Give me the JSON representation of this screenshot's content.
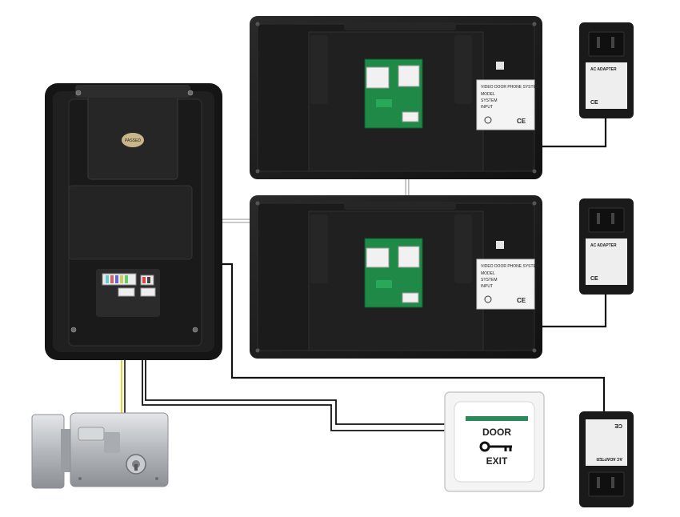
{
  "monitor_label": {
    "title": "VIDEO DOOR PHONE SYSTEM",
    "model": "MODEL",
    "system": "SYSTEM",
    "input": "INPUT",
    "ce": "CE"
  },
  "outdoor_unit": {
    "badge": "PASSED"
  },
  "adapter_label": {
    "title": "AC ADAPTER",
    "ce": "CE"
  },
  "exit_button": {
    "top_text": "DOOR",
    "bottom_text": "EXIT"
  },
  "colors": {
    "device_body": "#1d1d1d",
    "board": "#1f8a48",
    "wire": "#111111",
    "lock_wire_yellow": "#e8c400",
    "lock_metal": "#b9bdc2"
  }
}
